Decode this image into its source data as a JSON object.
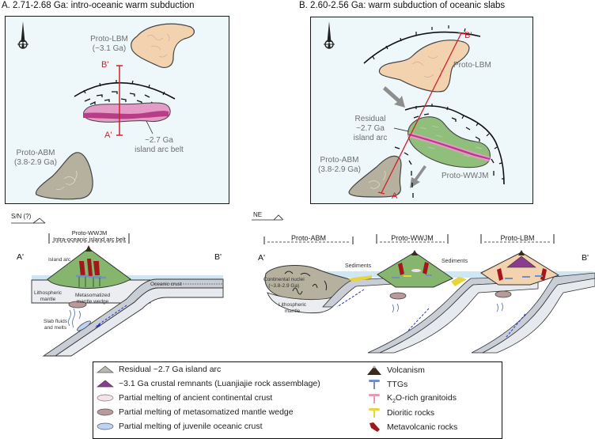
{
  "panel_a": {
    "title": "A. 2.71-2.68 Ga: intro-oceanic warm subduction",
    "compass": "N",
    "labels": {
      "proto_lbm": "Proto-LBM",
      "proto_lbm_age": "(~3.1 Ga)",
      "proto_abm": "Proto-ABM",
      "proto_abm_age": "(3.8-2.9 Ga)",
      "arc_belt_1": "~2.7 Ga",
      "arc_belt_2": "island arc belt",
      "b_prime": "B'",
      "a_prime": "A'"
    },
    "colors": {
      "lbm": "#f3d2b0",
      "abm": "#b5b19e",
      "arc_light": "#e49bc6",
      "arc_dark": "#b63d86",
      "section": "#d0202c",
      "sea": "#eef8fb"
    }
  },
  "panel_b": {
    "title": "B. 2.60-2.56 Ga: warm subduction of oceanic slabs",
    "compass": "N",
    "labels": {
      "proto_lbm": "Proto-LBM",
      "residual_1": "Residual",
      "residual_2": "~2.7 Ga",
      "residual_3": "island arc",
      "proto_abm": "Proto-ABM",
      "proto_abm_age": "(3.8-2.9 Ga)",
      "proto_wwjm": "Proto-WWJM",
      "b": "B'",
      "a_prime": "A'"
    },
    "colors": {
      "wwjm": "#8fbf7a"
    }
  },
  "section_a": {
    "direction": "S/N (?)",
    "header_1": "Proto-WWJM",
    "header_2": "Intra-oceanic island arc belt",
    "a_prime": "A'",
    "b_prime": "B'",
    "island_arc": "Island arc",
    "oceanic_crust": "Oceanic crust",
    "lithospheric_mantle_1": "Lithospheric",
    "lithospheric_mantle_2": "mantle",
    "mantle_wedge_1": "Metasomatized",
    "mantle_wedge_2": "mantle wedge",
    "slab_fluids_1": "Slab fluids",
    "slab_fluids_2": "and melts"
  },
  "section_b": {
    "direction": "NE",
    "headers": [
      "Proto-ABM",
      "Proto-WWJM",
      "Proto-LBM"
    ],
    "a_prime": "A'",
    "b_prime": "B'",
    "sediments_1": "Sediments",
    "sediments_2": "Sediments",
    "nuclei_1": "Continental nuclei",
    "nuclei_2": "(~3.8-2.9 Ga)",
    "litho_1": "Lithospheric",
    "litho_2": "mantle"
  },
  "legend": {
    "left": [
      {
        "icon": "grey-arc-icon",
        "label": "Residual ~2.7 Ga island arc",
        "color": "#b9b9b0"
      },
      {
        "icon": "purple-arc-icon",
        "label": "~3.1 Ga crustal remnants (Luanjiajie rock assemblage)",
        "color": "#8a3d8f"
      },
      {
        "icon": "pink-ellipse-icon",
        "label": "Partial melting of ancient continental crust",
        "color": "#f6e3ea"
      },
      {
        "icon": "brown-ellipse-icon",
        "label": "Partial melting of metasomatized mantle wedge",
        "color": "#b99a9a"
      },
      {
        "icon": "blue-ellipse-icon",
        "label": "Partial melting of juvenile oceanic crust",
        "color": "#bcd4f2"
      }
    ],
    "right": [
      {
        "icon": "volcano-icon",
        "label": "Volcanism",
        "color": "#3a2b1a"
      },
      {
        "icon": "ttg-icon",
        "label": "TTGs",
        "color": "#6f8fc6"
      },
      {
        "icon": "k2o-granitoid-icon",
        "label_pre": "K",
        "label_sub": "2",
        "label_post": "O-rich granitoids",
        "color": "#e59ab7"
      },
      {
        "icon": "dioritic-icon",
        "label": "Dioritic rocks",
        "color": "#e8d43b"
      },
      {
        "icon": "metavolcanic-icon",
        "label": "Metavolcanic rocks",
        "color": "#a3161c"
      }
    ]
  }
}
